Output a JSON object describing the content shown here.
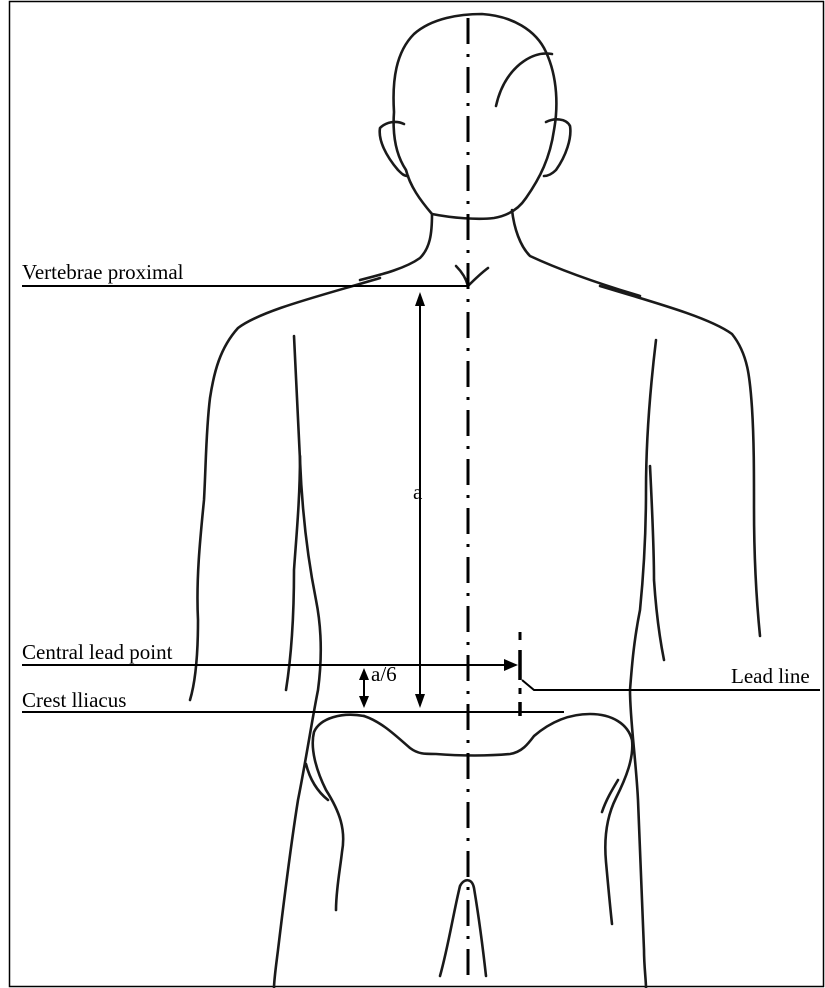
{
  "labels": {
    "vertebrae_proximal": "Vertebrae proximal",
    "central_lead_point": "Central lead point",
    "crest_iliacus": "Crest lliacus",
    "lead_line": "Lead line",
    "distance_a": "a",
    "distance_a_sixth": "a/6"
  },
  "colors": {
    "ink": "#000000",
    "background": "#ffffff"
  }
}
